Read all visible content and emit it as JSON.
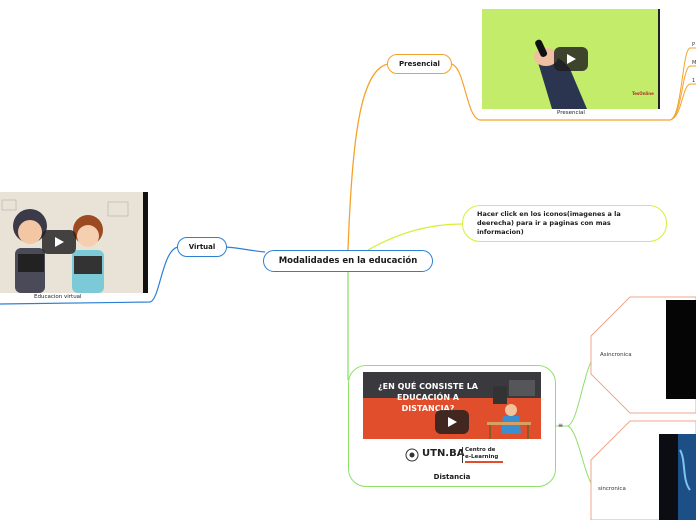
{
  "central": {
    "label": "Modalidades en la educación"
  },
  "virtual": {
    "label": "Virtual",
    "video_caption": "Educacion virtual"
  },
  "presencial": {
    "label": "Presencial",
    "video_caption": "Presencial",
    "video_watermark": "TesOnline",
    "subitems": [
      "P",
      "M",
      "1"
    ]
  },
  "note": {
    "text": "Hacer click en los iconos(imagenes a la deerecha) para ir a paginas con mas informacion)"
  },
  "distancia": {
    "label": "Distancia",
    "video_title": "¿EN QUÉ CONSISTE LA EDUCACIÓN A DISTANCIA?",
    "logo_main": "UTN.BA",
    "logo_secondary_1": "Centro de",
    "logo_secondary_2": "e-Learning",
    "connector": "≡",
    "children": [
      {
        "label": "Asincronica"
      },
      {
        "label": "sincronica"
      }
    ]
  },
  "colors": {
    "blue": "#2d7fd4",
    "orange": "#f5a22a",
    "yellow": "#d9ee3a",
    "green": "#8ee06a",
    "salmon": "#f0a58a"
  }
}
